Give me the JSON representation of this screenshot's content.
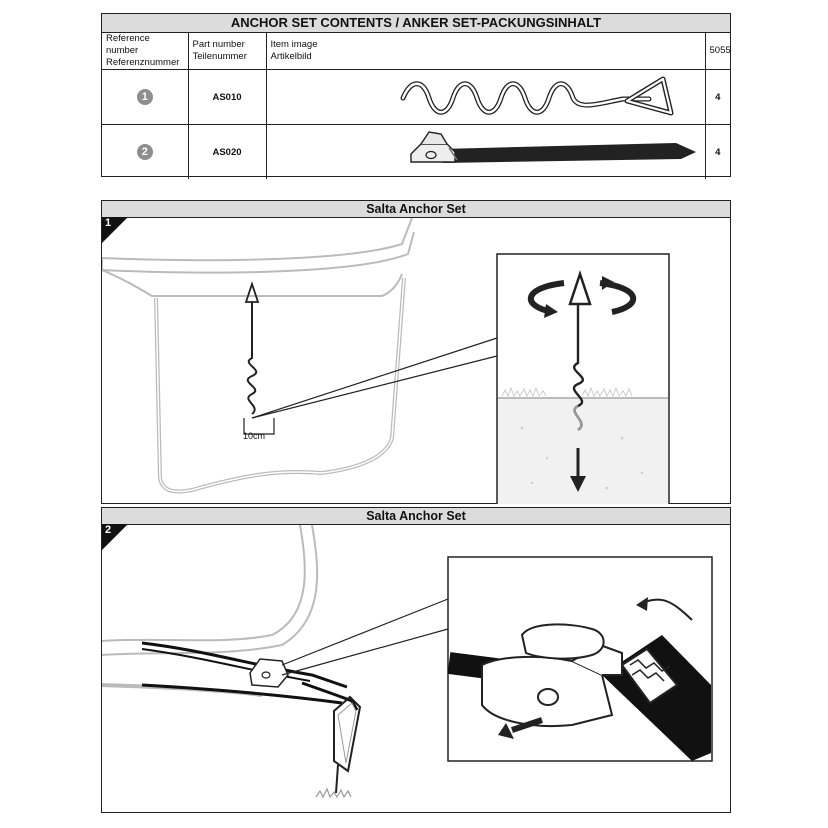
{
  "contents_table": {
    "title": "ANCHOR SET CONTENTS / ANKER SET-PACKUNGSINHALT",
    "headers": {
      "reference_en": "Reference number",
      "reference_de": "Referenznummer",
      "part_en": "Part number",
      "part_de": "Teilenummer",
      "image_en": "Item image",
      "image_de": "Artikelbild",
      "model": "5055"
    },
    "rows": [
      {
        "ref": "1",
        "part": "AS010",
        "qty": "4",
        "image_icon": "spiral-anchor-icon"
      },
      {
        "ref": "2",
        "part": "AS020",
        "qty": "4",
        "image_icon": "strap-buckle-icon"
      }
    ]
  },
  "step1": {
    "title": "Salta Anchor Set",
    "step_number": "1",
    "depth_label": "10cm"
  },
  "step2": {
    "title": "Salta Anchor Set",
    "step_number": "2"
  }
}
